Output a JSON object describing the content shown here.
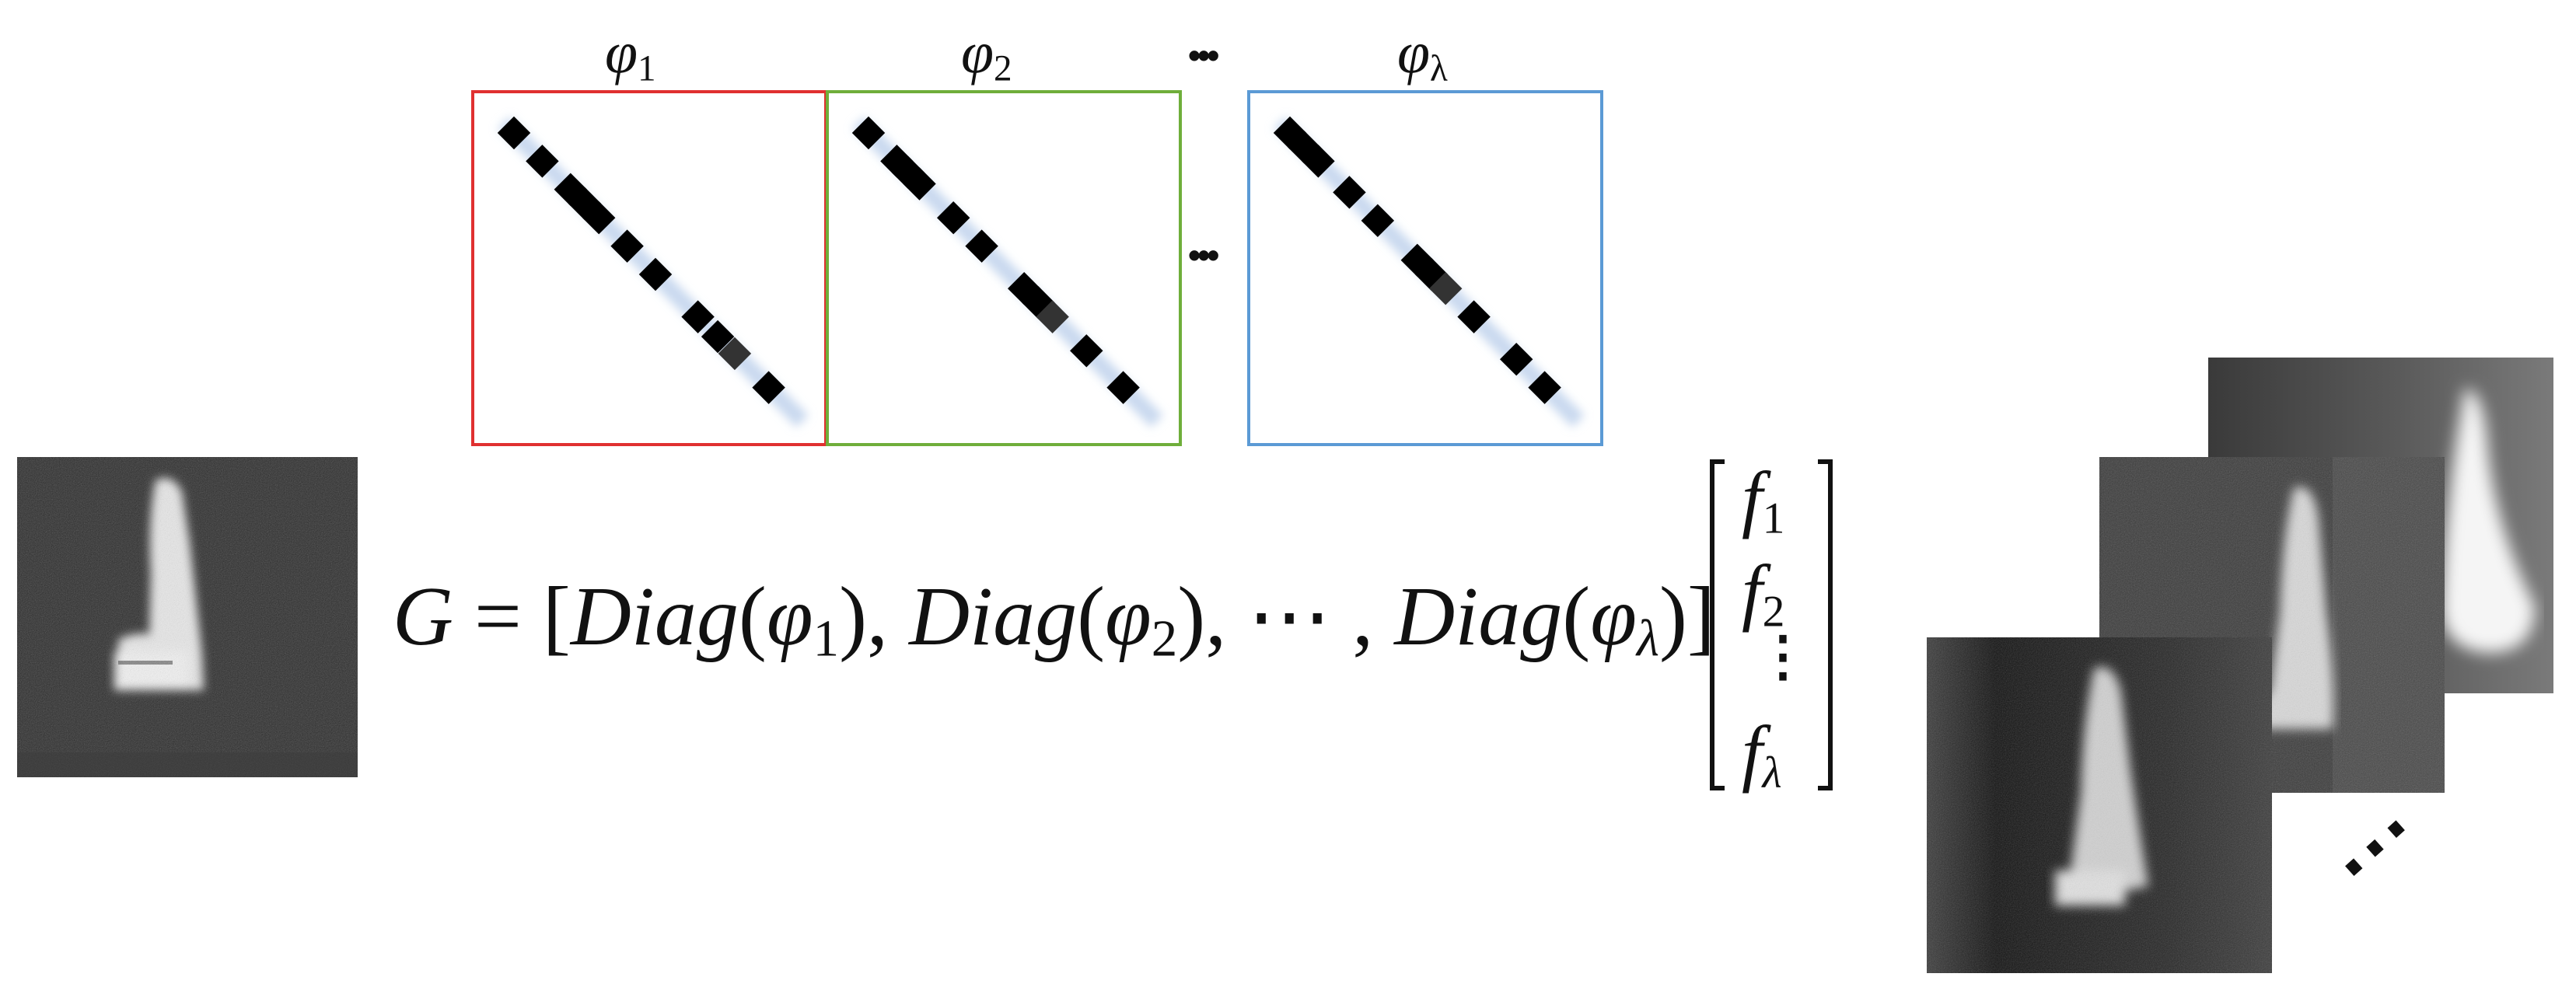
{
  "matrices": [
    {
      "label_base": "φ",
      "label_sub": "1",
      "border_color": "#e03030",
      "diag_cells": [
        {
          "t": 0.0,
          "shade": "#000000"
        },
        {
          "t": 0.1,
          "shade": "#000000"
        },
        {
          "t": 0.2,
          "shade": "#000000"
        },
        {
          "t": 0.25,
          "shade": "#000000"
        },
        {
          "t": 0.3,
          "shade": "#000000"
        },
        {
          "t": 0.4,
          "shade": "#000000"
        },
        {
          "t": 0.5,
          "shade": "#000000"
        },
        {
          "t": 0.65,
          "shade": "#000000"
        },
        {
          "t": 0.72,
          "shade": "#000000"
        },
        {
          "t": 0.78,
          "shade": "#333333"
        },
        {
          "t": 0.9,
          "shade": "#000000"
        }
      ]
    },
    {
      "label_base": "φ",
      "label_sub": "2",
      "border_color": "#6fae3a",
      "diag_cells": [
        {
          "t": 0.0,
          "shade": "#000000"
        },
        {
          "t": 0.1,
          "shade": "#000000"
        },
        {
          "t": 0.14,
          "shade": "#000000"
        },
        {
          "t": 0.18,
          "shade": "#000000"
        },
        {
          "t": 0.3,
          "shade": "#000000"
        },
        {
          "t": 0.4,
          "shade": "#000000"
        },
        {
          "t": 0.55,
          "shade": "#000000"
        },
        {
          "t": 0.6,
          "shade": "#000000"
        },
        {
          "t": 0.65,
          "shade": "#333333"
        },
        {
          "t": 0.77,
          "shade": "#000000"
        },
        {
          "t": 0.9,
          "shade": "#000000"
        }
      ]
    },
    {
      "label_base": "φ",
      "label_sub": "λ",
      "border_color": "#5b9ad5",
      "diag_cells": [
        {
          "t": 0.0,
          "shade": "#000000"
        },
        {
          "t": 0.05,
          "shade": "#000000"
        },
        {
          "t": 0.1,
          "shade": "#000000"
        },
        {
          "t": 0.21,
          "shade": "#000000"
        },
        {
          "t": 0.31,
          "shade": "#000000"
        },
        {
          "t": 0.45,
          "shade": "#000000"
        },
        {
          "t": 0.5,
          "shade": "#000000"
        },
        {
          "t": 0.55,
          "shade": "#333333"
        },
        {
          "t": 0.65,
          "shade": "#000000"
        },
        {
          "t": 0.8,
          "shade": "#000000"
        },
        {
          "t": 0.9,
          "shade": "#000000"
        }
      ]
    }
  ],
  "ellipsis": "•••",
  "equation": {
    "lhs": "G",
    "eq": " = ",
    "lbr": "[",
    "t1": "Diag",
    "p1": "(",
    "v1": "φ",
    "s1": "1",
    "p2": "),",
    "t2": " Diag",
    "p3": "(",
    "v2": "φ",
    "s2": "2",
    "p4": "),",
    "mid": " ⋯ ,",
    "t3": " Diag",
    "p5": "(",
    "v3": "φ",
    "s3": "λ",
    "p6": ")",
    "rbr": "]"
  },
  "vector": {
    "f": "f",
    "sub1": "1",
    "sub2": "2",
    "subl": "λ",
    "vdots": "⋮"
  },
  "stack_ellipsis": "⋯"
}
